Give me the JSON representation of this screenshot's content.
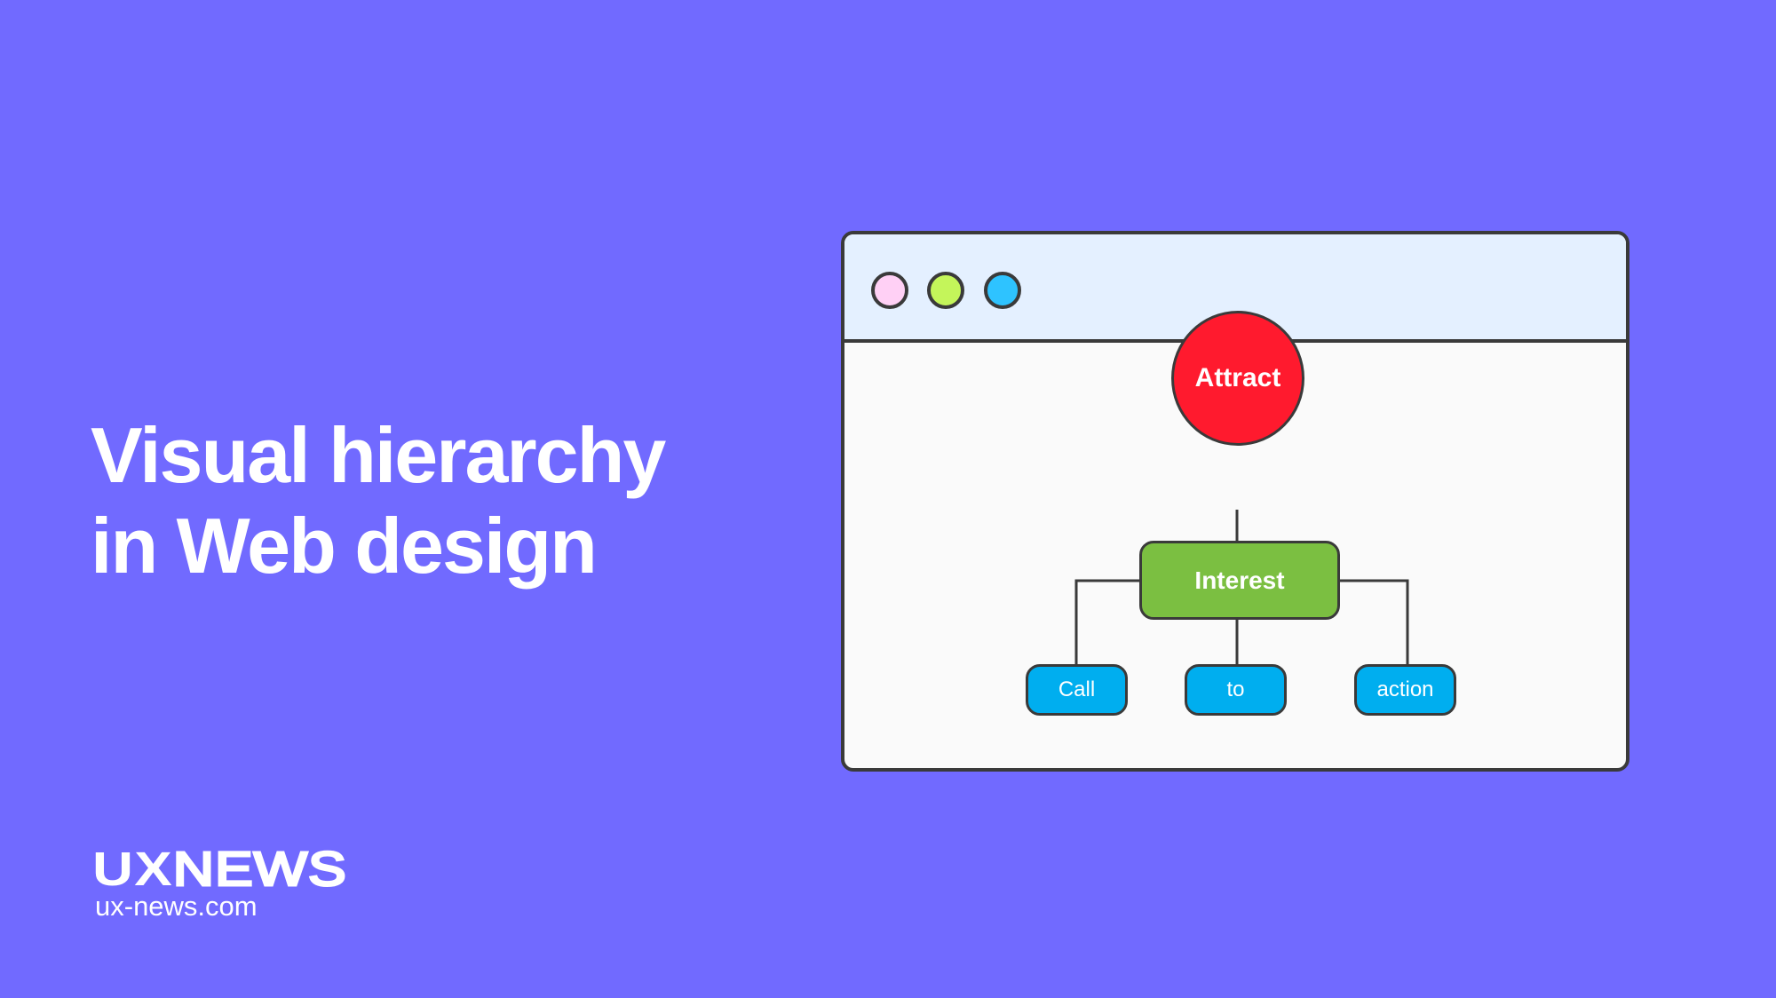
{
  "headline": {
    "line1": "Visual hierarchy",
    "line2": "in Web design"
  },
  "brand": {
    "logo_ux": "UX",
    "logo_news": "NEWS",
    "url": "ux-news.com"
  },
  "window": {
    "dots": [
      {
        "name": "pink-dot",
        "color": "#ffd0f5"
      },
      {
        "name": "green-dot",
        "color": "#c4f55a"
      },
      {
        "name": "blue-dot",
        "color": "#2ec3ff"
      }
    ]
  },
  "diagram": {
    "top": {
      "label": "Attract",
      "color": "#ff1a2e"
    },
    "middle": {
      "label": "Interest",
      "color": "#7bbf41"
    },
    "children": [
      {
        "label": "Call",
        "color": "#00aeef"
      },
      {
        "label": "to",
        "color": "#00aeef"
      },
      {
        "label": "action",
        "color": "#00aeef"
      }
    ]
  },
  "colors": {
    "background": "#716aff",
    "outline": "#3a3a3a"
  }
}
